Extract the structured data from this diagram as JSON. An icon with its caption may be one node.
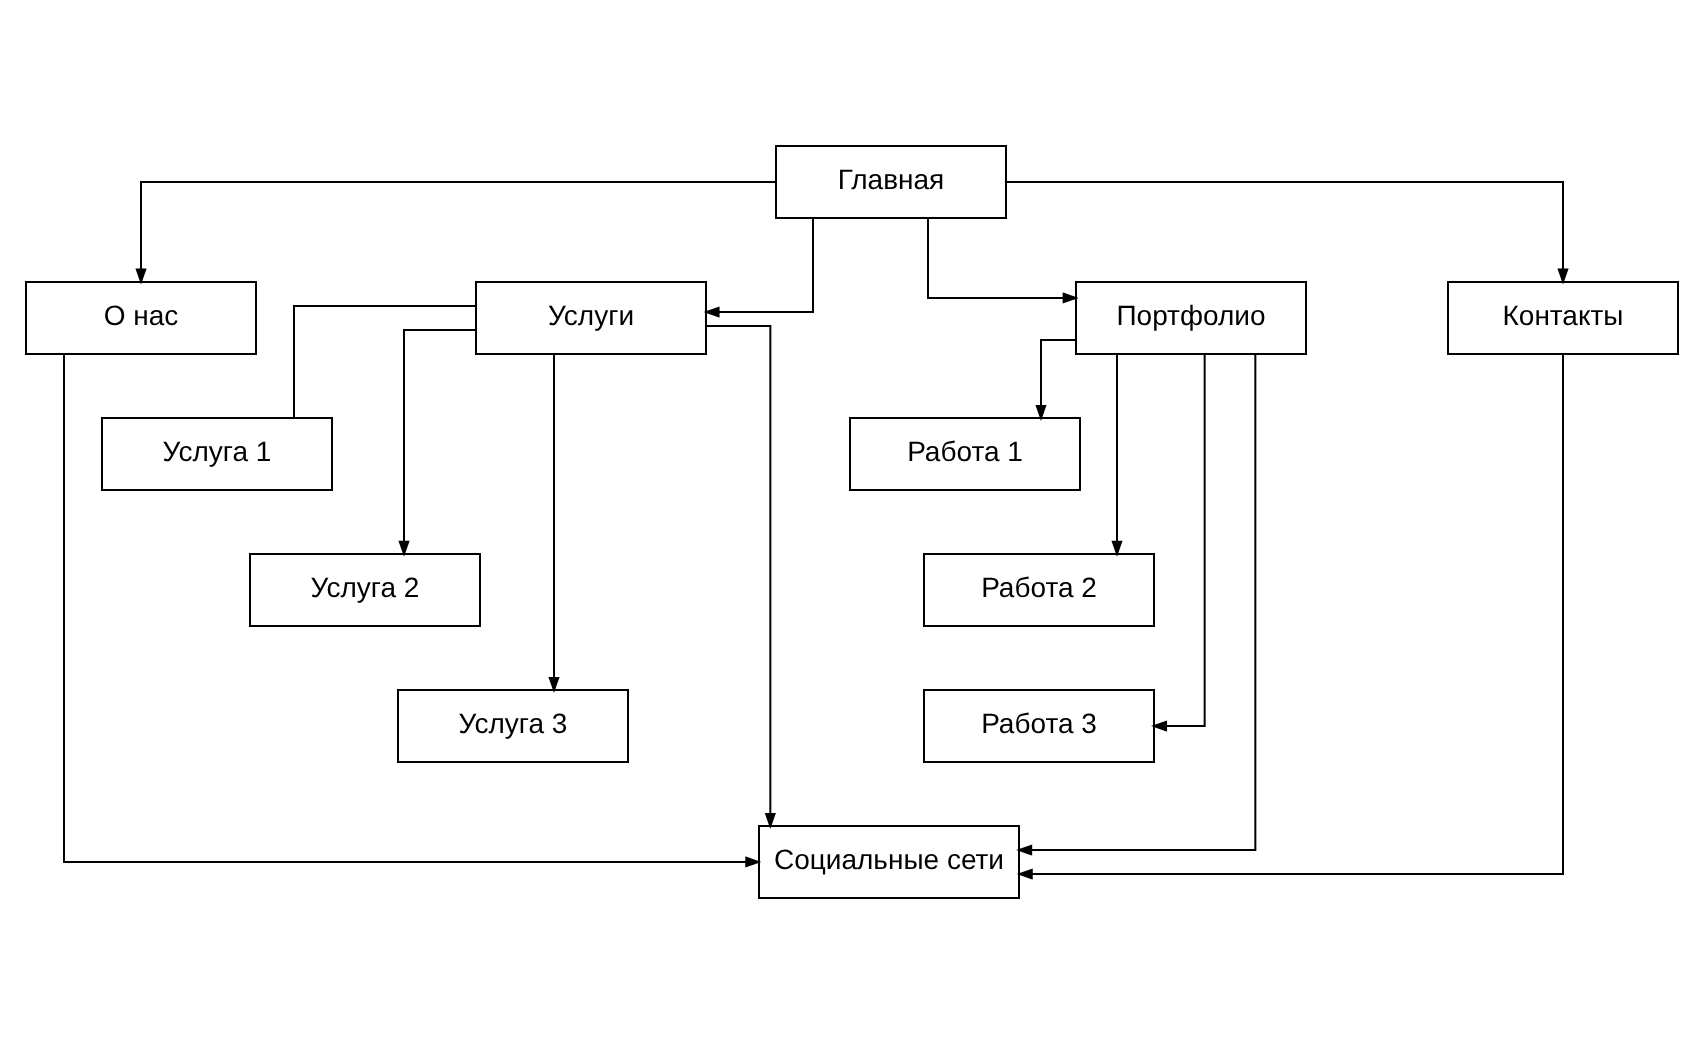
{
  "diagram": {
    "nodes": [
      {
        "text": [
          "Главная"
        ]
      },
      {
        "text": [
          "О нас"
        ]
      },
      {
        "text": [
          "Услуги"
        ]
      },
      {
        "text": [
          "Портфолио"
        ]
      },
      {
        "text": [
          "Контакты"
        ]
      },
      {
        "text": [
          "Услуга 1"
        ]
      },
      {
        "text": [
          "Услуга 2"
        ]
      },
      {
        "text": [
          "Услуга 3"
        ]
      },
      {
        "text": [
          "Работа 1"
        ]
      },
      {
        "text": [
          "Работа 2"
        ]
      },
      {
        "text": [
          "Работа 3"
        ]
      },
      {
        "text": [
          "Социальные сети"
        ]
      }
    ],
    "edges": [
      {
        "from": 0,
        "to": 1,
        "arrow": "to"
      },
      {
        "from": 0,
        "to": 2,
        "arrow": "to"
      },
      {
        "from": 0,
        "to": 3,
        "arrow": "to"
      },
      {
        "from": 0,
        "to": 4,
        "arrow": "to"
      },
      {
        "from": 2,
        "to": 5,
        "arrow": "none"
      },
      {
        "from": 2,
        "to": 6,
        "arrow": "to"
      },
      {
        "from": 2,
        "to": 7,
        "arrow": "to"
      },
      {
        "from": 3,
        "to": 8,
        "arrow": "to"
      },
      {
        "from": 3,
        "to": 9,
        "arrow": "to"
      },
      {
        "from": 3,
        "to": 10,
        "arrow": "to"
      },
      {
        "from": 1,
        "to": 11,
        "arrow": "to"
      },
      {
        "from": 2,
        "to": 11,
        "arrow": "to"
      },
      {
        "from": 3,
        "to": 11,
        "arrow": "to"
      },
      {
        "from": 4,
        "to": 11,
        "arrow": "to"
      }
    ]
  }
}
